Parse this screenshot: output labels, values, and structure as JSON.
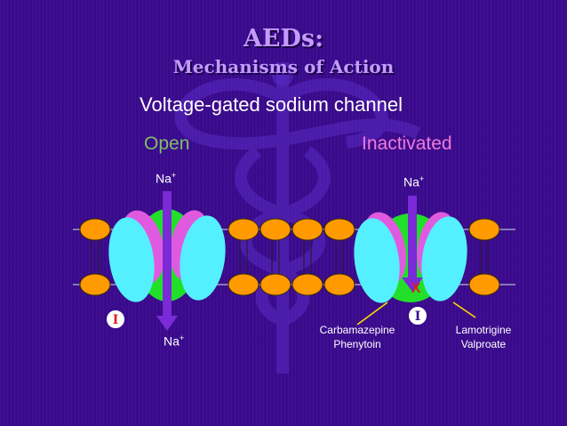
{
  "slide": {
    "title": "AEDs:",
    "subtitle": "Mechanisms of Action",
    "heading": "Voltage-gated sodium channel"
  },
  "states": {
    "open": "Open",
    "inactivated": "Inactivated"
  },
  "ions": {
    "na_text": "Na",
    "na_charge": "+"
  },
  "gate_symbol": "I",
  "blocker_symbol": "X",
  "drugs": {
    "left": [
      "Carbamazepine",
      "Phenytoin"
    ],
    "right": [
      "Lamotrigine",
      "Valproate"
    ]
  },
  "colors": {
    "background": "#3a0a8c",
    "lipid_head": "#ff9a00",
    "channel_cyan": "#55f0ff",
    "channel_magenta": "#e05ae0",
    "channel_green": "#22e02a",
    "ion_path": "#7a2ad6",
    "open_label": "#7fbf6a",
    "inactivated_label": "#f07ad8",
    "title": "#c49aff",
    "blocker": "#e02020",
    "pointer": "#ffe000"
  }
}
